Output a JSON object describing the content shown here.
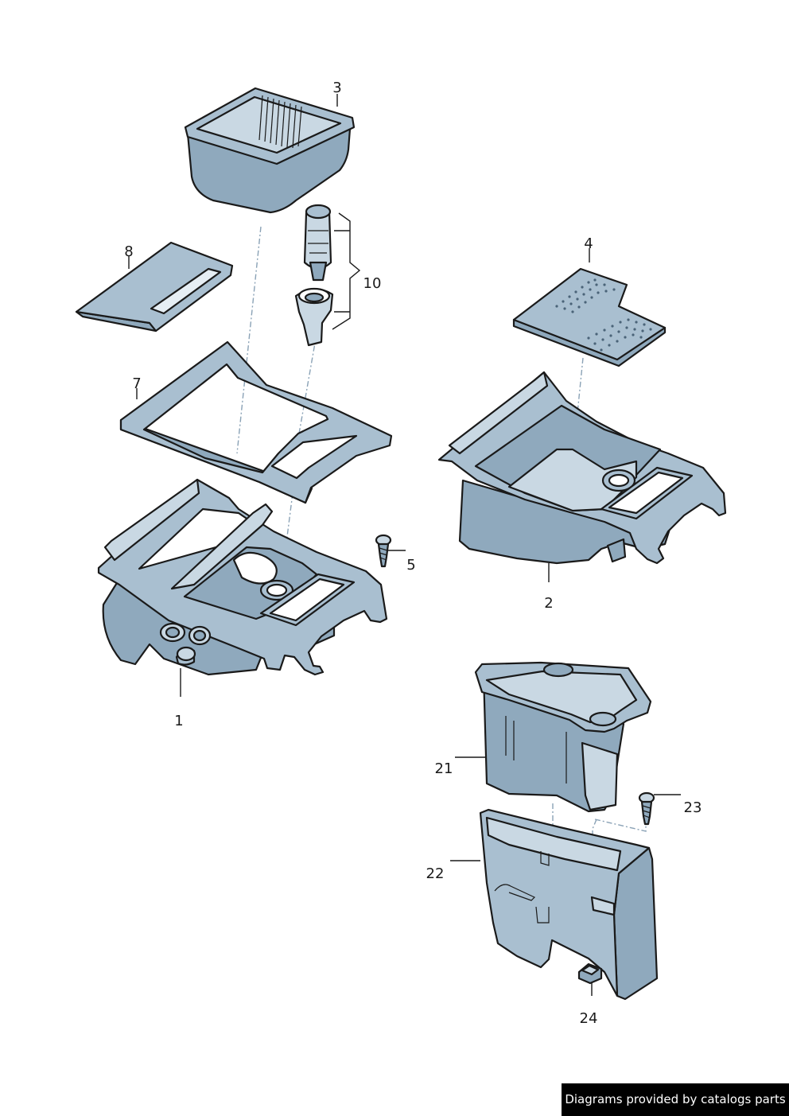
{
  "diagram": {
    "callouts": {
      "c1": "1",
      "c2": "2",
      "c3": "3",
      "c4": "4",
      "c5": "5",
      "c7": "7",
      "c8": "8",
      "c10": "10",
      "c21": "21",
      "c22": "22",
      "c23": "23",
      "c24": "24"
    }
  },
  "footer": {
    "credit": "Diagrams provided by catalogs parts"
  }
}
